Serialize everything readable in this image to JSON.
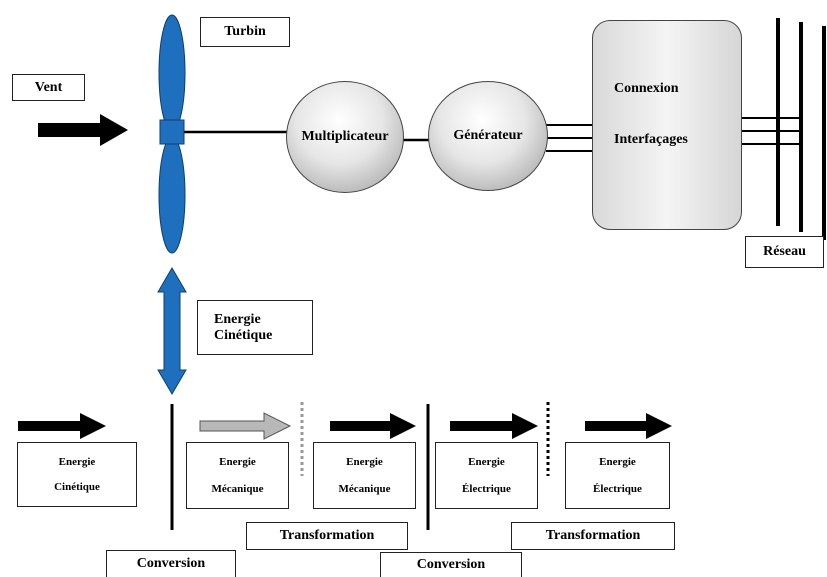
{
  "top": {
    "vent": "Vent",
    "turbin": "Turbin",
    "multiplicateur": "Multiplicateur",
    "generateur": "Générateur",
    "connexion": "Connexion",
    "interfacages": "Interfaçages",
    "reseau": "Réseau",
    "energie_cinetique_line1": "Energie",
    "energie_cinetique_line2": "Cinétique"
  },
  "flow": [
    {
      "line1": "Energie",
      "line2": "Cinétique"
    },
    {
      "line1": "Energie",
      "line2": "Mécanique"
    },
    {
      "line1": "Energie",
      "line2": "Mécanique"
    },
    {
      "line1": "Energie",
      "line2": "Électrique"
    },
    {
      "line1": "Energie",
      "line2": "Électrique"
    }
  ],
  "stages": {
    "conversion_1": "Conversion",
    "transformation_1": "Transformation",
    "conversion_2": "Conversion",
    "transformation_2": "Transformation"
  },
  "colors": {
    "blade": "#1f6fbf",
    "arrow_dark": "#000000",
    "arrow_light": "#b8b8b8"
  }
}
